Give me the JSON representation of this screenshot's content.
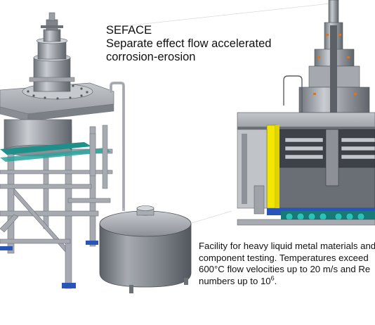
{
  "title": {
    "name": "SEFACE",
    "subtitle_line1": "Separate effect flow accelerated",
    "subtitle_line2": "corrosion-erosion"
  },
  "caption": {
    "line1": "Facility for heavy liquid metal materials and",
    "line2": "component testing. Temperatures exceed",
    "line3": "600°C flow velocities up to 20 m/s and Re",
    "line4_prefix": "numbers up to 10",
    "line4_exponent": "6",
    "line4_suffix": "."
  },
  "colors": {
    "frame": "#a9adb3",
    "frame_dark": "#7d8289",
    "steel": "#9da1a7",
    "accent_teal": "#1f8f8a",
    "accent_blue": "#2a55b8",
    "accent_yellow": "#f3e600",
    "tank": "#8e9298"
  },
  "icons": [
    "facility-3d-render-icon",
    "cross-section-render-icon",
    "storage-tank-icon"
  ]
}
